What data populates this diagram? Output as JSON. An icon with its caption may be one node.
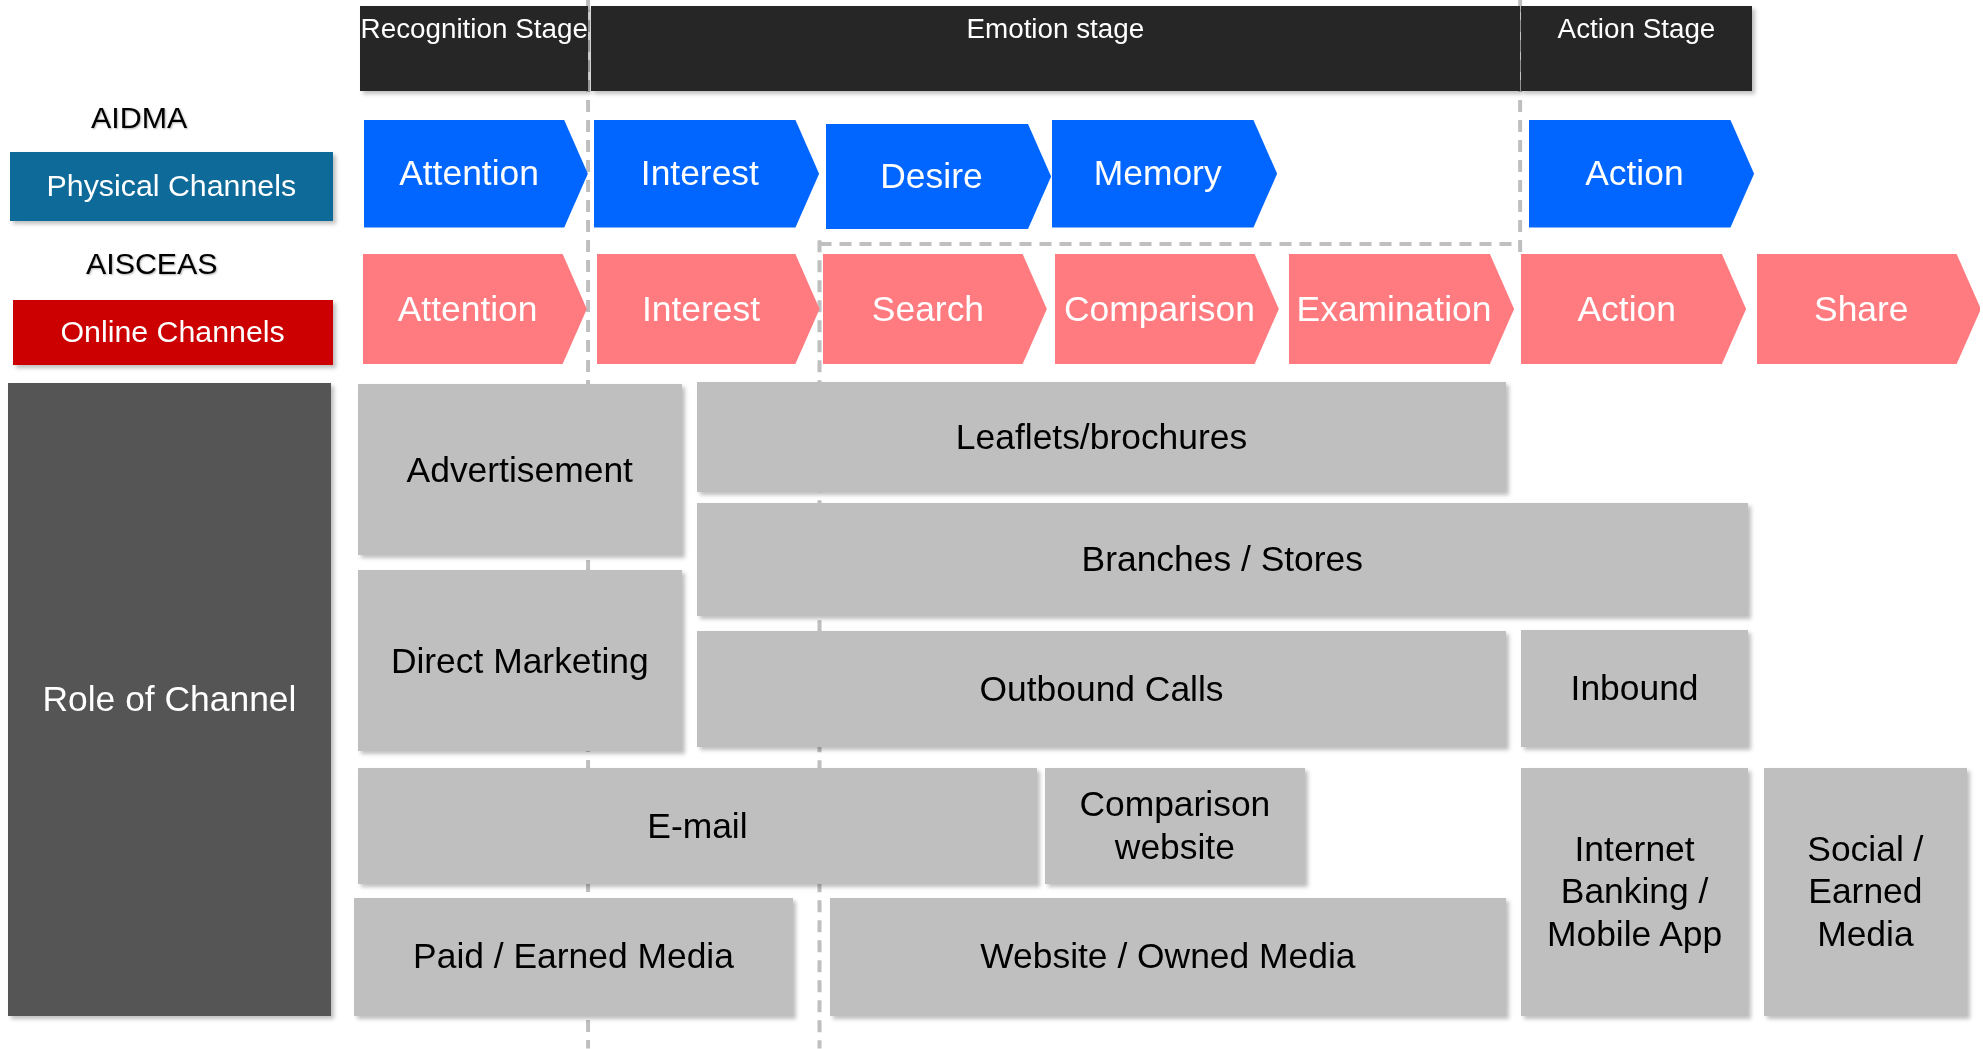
{
  "diagram": {
    "nodes": [
      {
        "text": [
          "Recognition Stage"
        ]
      },
      {
        "text": [
          "Emotion stage"
        ]
      },
      {
        "text": [
          "Action Stage"
        ]
      },
      {
        "text": [
          "Physical Channels"
        ]
      },
      {
        "text": [
          "Attention"
        ]
      },
      {
        "text": [
          "Interest"
        ]
      },
      {
        "text": [
          "Desire"
        ]
      },
      {
        "text": [
          "Memory"
        ]
      },
      {
        "text": [
          "Action"
        ]
      },
      {
        "text": [
          "Online Channels"
        ]
      },
      {
        "text": [
          "Attention"
        ]
      },
      {
        "text": [
          "Interest"
        ]
      },
      {
        "text": [
          "Search"
        ]
      },
      {
        "text": [
          "Comparison"
        ]
      },
      {
        "text": [
          "Examination"
        ]
      },
      {
        "text": [
          "Action"
        ]
      },
      {
        "text": [
          "Share"
        ]
      },
      {
        "text": [
          "Role of Channel"
        ]
      },
      {
        "text": [
          "Advertisement"
        ]
      },
      {
        "text": [
          "Leaflets/brochures"
        ]
      },
      {
        "text": [
          "Branches / Stores"
        ]
      },
      {
        "text": [
          "Direct Marketing"
        ]
      },
      {
        "text": [
          "Outbound Calls"
        ]
      },
      {
        "text": [
          "Inbound"
        ]
      },
      {
        "text": [
          "E-mail"
        ]
      },
      {
        "text": [
          "Comparison website"
        ]
      },
      {
        "text": [
          "Internet Banking / Mobile App"
        ]
      },
      {
        "text": [
          "Social / Earned Media"
        ]
      },
      {
        "text": [
          "Paid / Earned Media"
        ]
      },
      {
        "text": [
          "Website / Owned Media"
        ]
      }
    ],
    "labels": [
      "AIDMA",
      "AISCEAS"
    ]
  }
}
